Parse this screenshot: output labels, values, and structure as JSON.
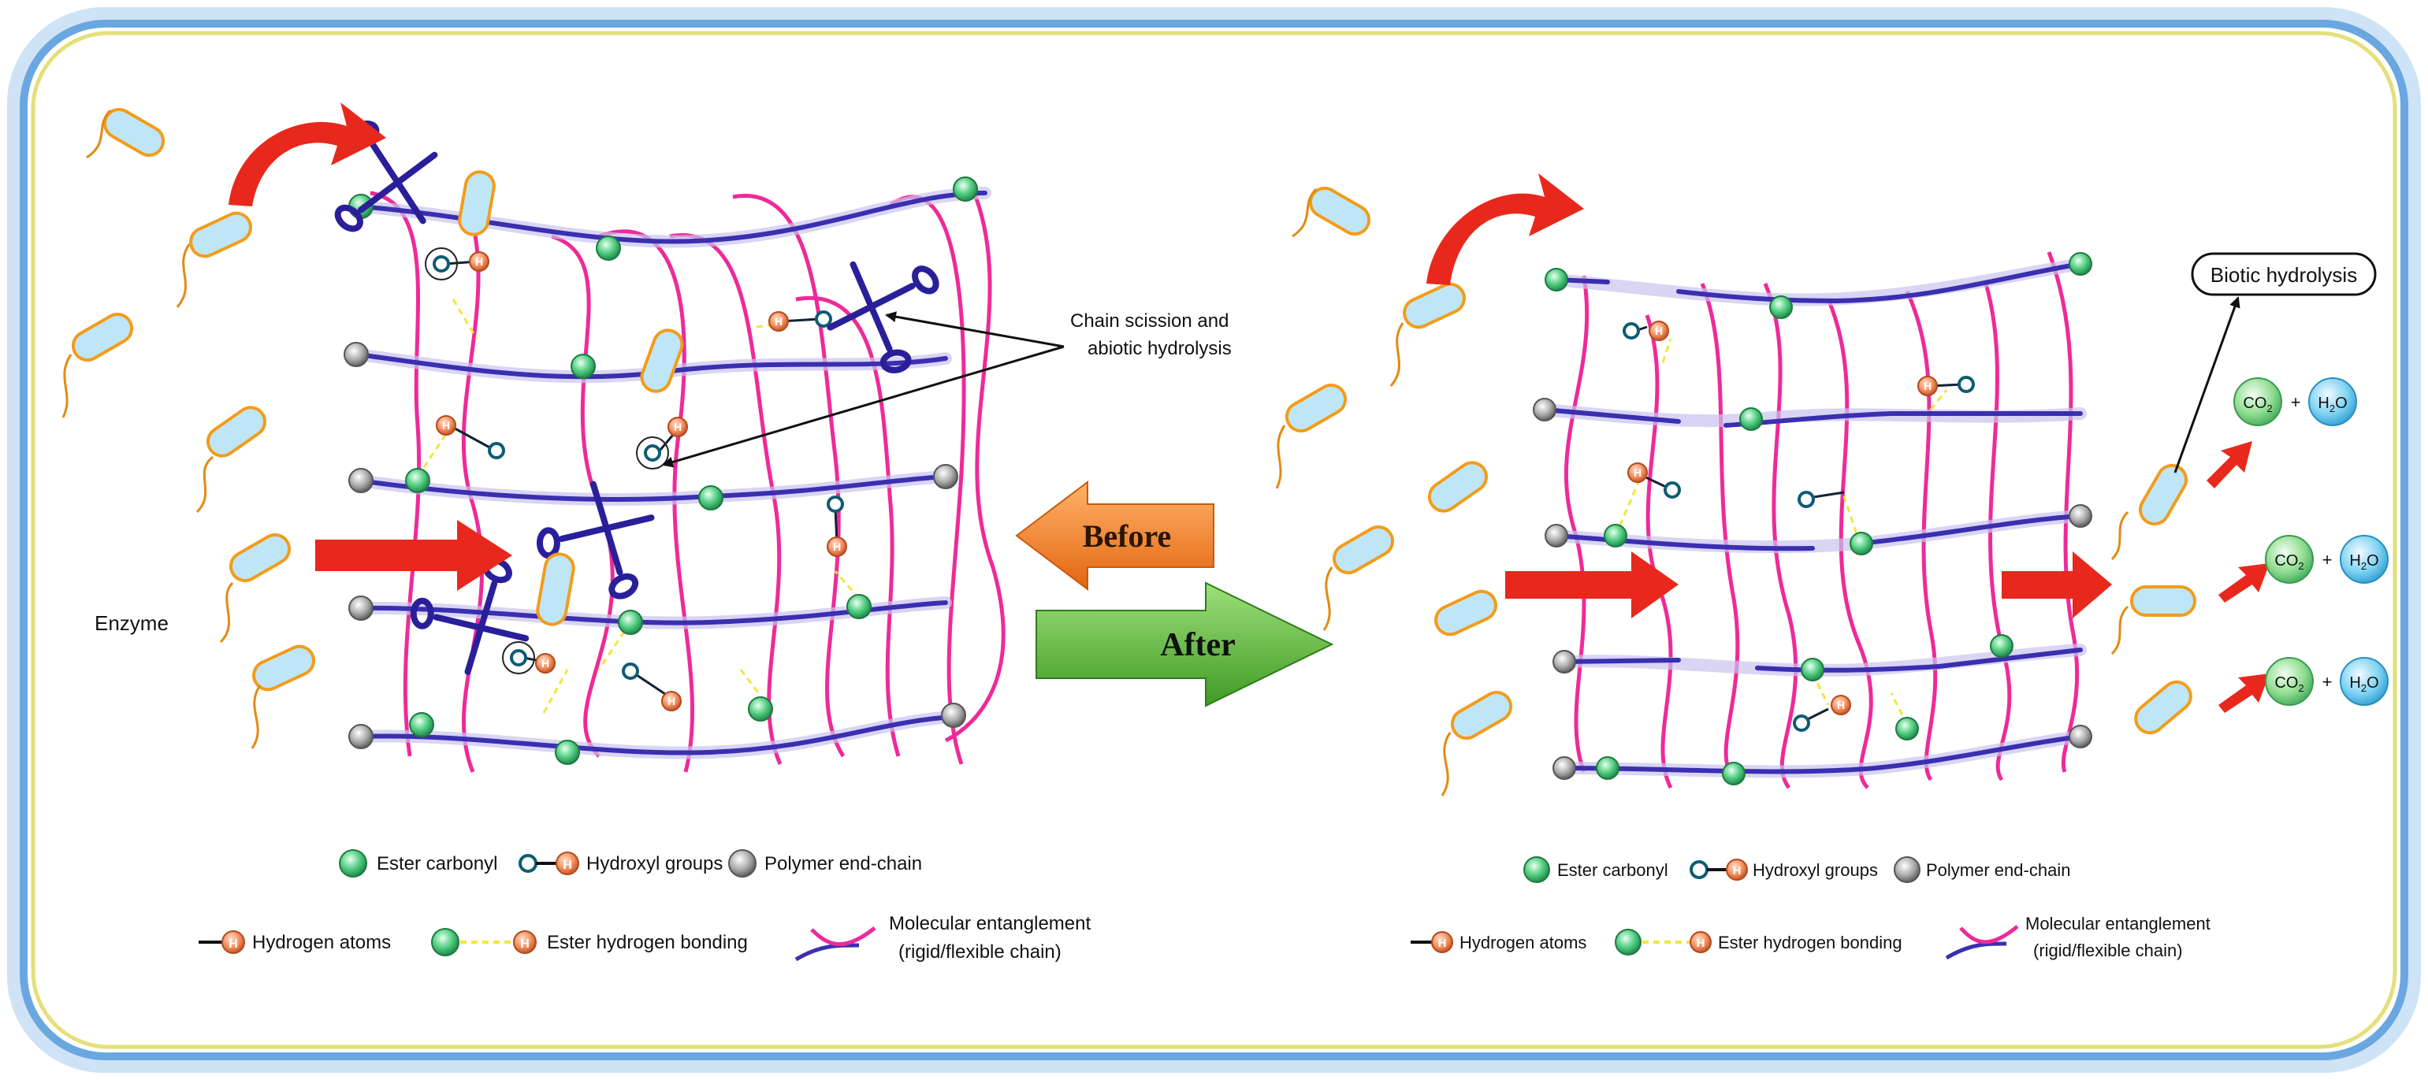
{
  "left_panel": {
    "enzyme_label": "Enzyme",
    "callout_line1": "Chain scission and",
    "callout_line2": "abiotic hydrolysis"
  },
  "center": {
    "before_label": "Before",
    "after_label": "After"
  },
  "right_panel": {
    "biotic_label": "Biotic hydrolysis",
    "products": [
      {
        "co": "CO",
        "co_sub": "2",
        "plus": "+",
        "h": "H",
        "h_sub": "2",
        "o": "O"
      },
      {
        "co": "CO",
        "co_sub": "2",
        "plus": "+",
        "h": "H",
        "h_sub": "2",
        "o": "O"
      },
      {
        "co": "CO",
        "co_sub": "2",
        "plus": "+",
        "h": "H",
        "h_sub": "2",
        "o": "O"
      }
    ]
  },
  "legend": {
    "ester_carbonyl": "Ester carbonyl",
    "hydroxyl_groups": "Hydroxyl groups",
    "polymer_end_chain": "Polymer end-chain",
    "hydrogen_atoms": "Hydrogen atoms",
    "ester_hydrogen_bonding": "Ester hydrogen bonding",
    "molecular_entanglement_1": "Molecular entanglement",
    "molecular_entanglement_2": "(rigid/flexible chain)",
    "h_letter": "H"
  },
  "colors": {
    "frame_border": "#6aa7e0",
    "frame_inner": "#e6e37a",
    "polymer_chain": "#3a2fb0",
    "entanglement": "#ee2a9a",
    "ester_node": "#4cc77a",
    "end_node": "#9e9e9e",
    "hydrogen": "#f08a5a",
    "bacteria_outline": "#f39c1a",
    "bacteria_fill": "#bfe6f7",
    "red_arrow": "#e8281c",
    "before_arrow": "#f07a1e",
    "after_arrow": "#5cb23b",
    "product_co2": "#7ed67e",
    "product_h2o": "#6cc8ee"
  }
}
